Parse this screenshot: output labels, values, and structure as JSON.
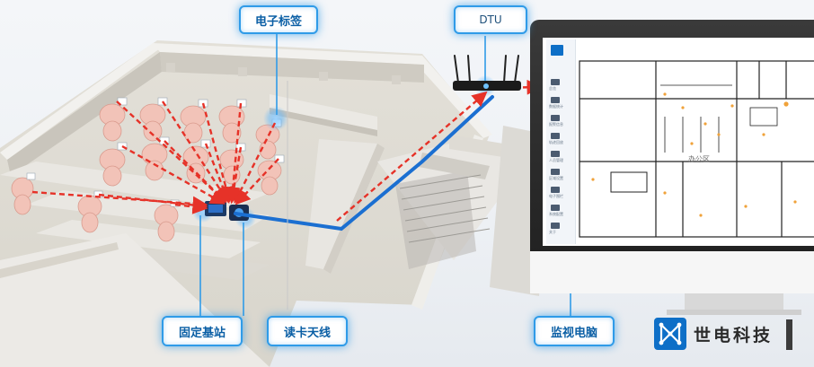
{
  "labels": {
    "rfid_tag": "电子标签",
    "dtu": "DTU",
    "base_station": "固定基站",
    "reader_antenna": "读卡天线",
    "monitor_pc": "监视电脑"
  },
  "brand": {
    "name": "世电科技"
  },
  "screen": {
    "sidebar": [
      {
        "label": "总览"
      },
      {
        "label": "数据统计"
      },
      {
        "label": "报警信息"
      },
      {
        "label": "轨迹回放"
      },
      {
        "label": "人员管理"
      },
      {
        "label": "区域设置"
      },
      {
        "label": "电子围栏"
      },
      {
        "label": "系统配置"
      },
      {
        "label": "关于"
      }
    ],
    "floorplan_label": "办公区"
  },
  "colors": {
    "callout_border": "#2f9be8",
    "signal_path": "#e63228",
    "brand_blue": "#0e6fc7",
    "cable_blue": "#1b6fd1"
  }
}
